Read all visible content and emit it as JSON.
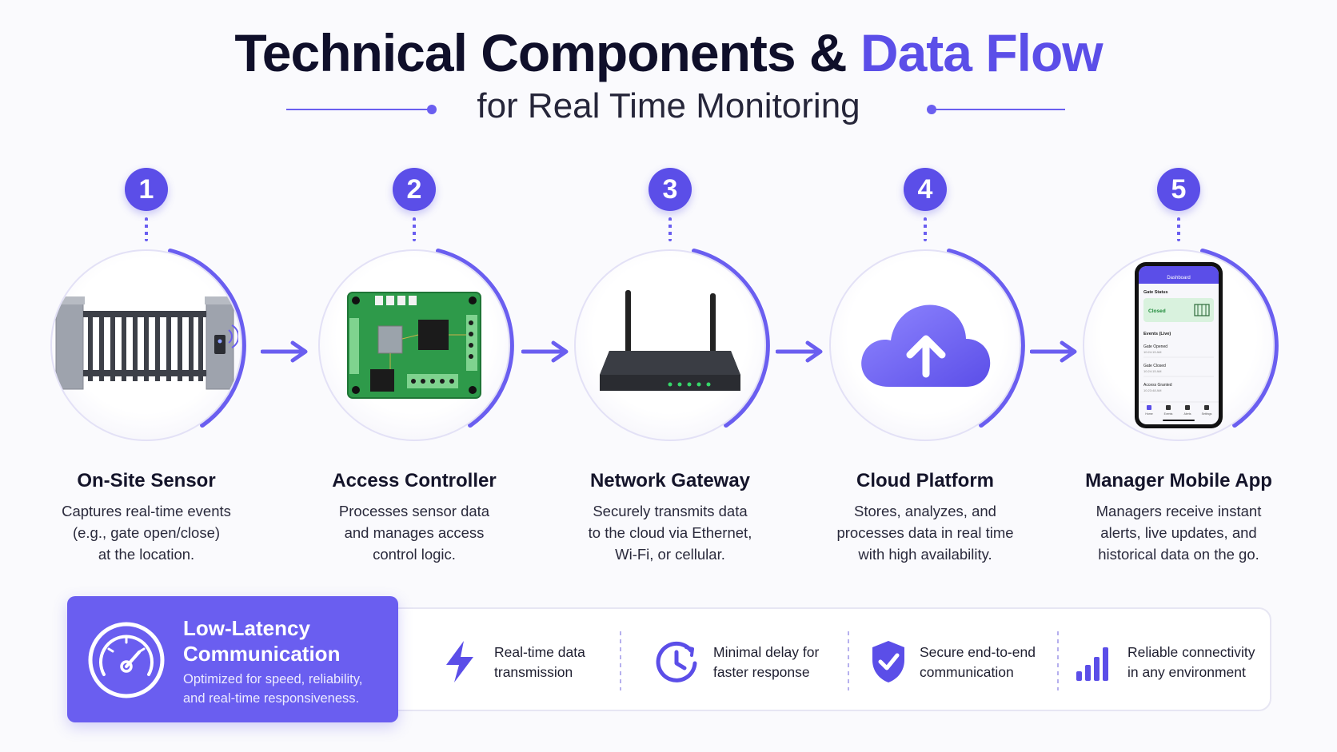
{
  "header": {
    "title_part1": "Technical Components & ",
    "title_accent": "Data Flow",
    "subtitle": "for Real Time Monitoring"
  },
  "steps": [
    {
      "number": "1",
      "title": "On-Site Sensor",
      "desc": [
        "Captures real-time events",
        "(e.g., gate open/close)",
        "at the location."
      ]
    },
    {
      "number": "2",
      "title": "Access Controller",
      "desc": [
        "Processes sensor data",
        "and manages access",
        "control logic."
      ]
    },
    {
      "number": "3",
      "title": "Network Gateway",
      "desc": [
        "Securely transmits data",
        "to the cloud via Ethernet,",
        "Wi-Fi, or cellular."
      ]
    },
    {
      "number": "4",
      "title": "Cloud Platform",
      "desc": [
        "Stores, analyzes, and",
        "processes data in real time",
        "with high availability."
      ]
    },
    {
      "number": "5",
      "title": "Manager Mobile App",
      "desc": [
        "Managers receive instant",
        "alerts, live updates, and",
        "historical data on the go."
      ]
    }
  ],
  "phone": {
    "header": "Dashboard",
    "gate_status_label": "Gate Status",
    "status_value": "Closed",
    "events_label": "Events (Live)",
    "events": [
      {
        "label": "Gate Opened",
        "time": "10:24:15 AM"
      },
      {
        "label": "Gate Closed",
        "time": "10:24:15 AM"
      },
      {
        "label": "Access Granted",
        "time": "10:23:48 AM"
      }
    ],
    "nav": [
      "Home",
      "Events",
      "Alerts",
      "Settings"
    ]
  },
  "latency": {
    "title_line1": "Low-Latency",
    "title_line2": "Communication",
    "desc_line1": "Optimized for speed, reliability,",
    "desc_line2": "and real-time responsiveness."
  },
  "features": [
    {
      "icon": "lightning-icon",
      "line1": "Real-time data",
      "line2": "transmission"
    },
    {
      "icon": "clock-icon",
      "line1": "Minimal delay for",
      "line2": "faster response"
    },
    {
      "icon": "shield-check-icon",
      "line1": "Secure end-to-end",
      "line2": "communication"
    },
    {
      "icon": "signal-bars-icon",
      "line1": "Reliable connectivity",
      "line2": "in any environment"
    }
  ],
  "colors": {
    "accent": "#5b4ee8",
    "accent_light": "#6a5ef0"
  }
}
